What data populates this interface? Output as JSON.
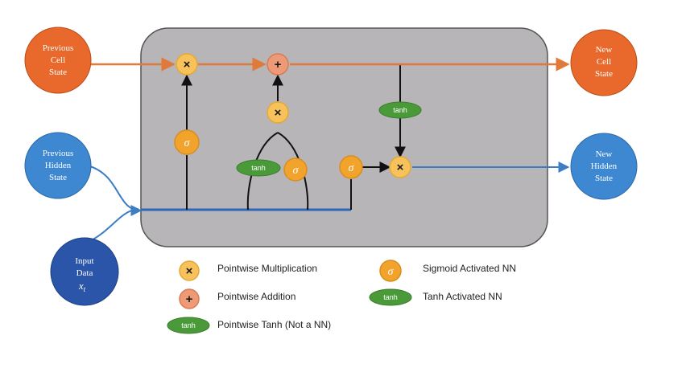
{
  "colors": {
    "cell_line": "#E07A3A",
    "hidden_line": "#3C7DC4",
    "gate_fill": "#F7C25B",
    "gate_stroke": "#E5A933",
    "sigma_fill": "#F2A32C",
    "add_fill": "#EE9A76",
    "tanh_fill": "#4A9A3A",
    "state_orange": "#E8692B",
    "state_blue": "#3E88D1",
    "input_navy": "#2B55A8",
    "cell_box": "#B7B5B8"
  },
  "nodes": {
    "prev_cell": [
      "Previous",
      "Cell",
      "State"
    ],
    "new_cell": [
      "New",
      "Cell",
      "State"
    ],
    "prev_hidden": [
      "Previous",
      "Hidden",
      "State"
    ],
    "new_hidden": [
      "New",
      "Hidden",
      "State"
    ],
    "input": [
      "Input",
      "Data"
    ],
    "input_symbol": "x",
    "input_subscript": "t"
  },
  "ops": {
    "multiply": "×",
    "add": "+",
    "sigma": "σ",
    "tanh": "tanh"
  },
  "legend": {
    "multiplication": "Pointwise Multiplication",
    "addition": "Pointwise Addition",
    "pointwise_tanh": "Pointwise Tanh (Not a NN)",
    "sigmoid": "Sigmoid Activated NN",
    "tanh_nn": "Tanh Activated NN"
  }
}
